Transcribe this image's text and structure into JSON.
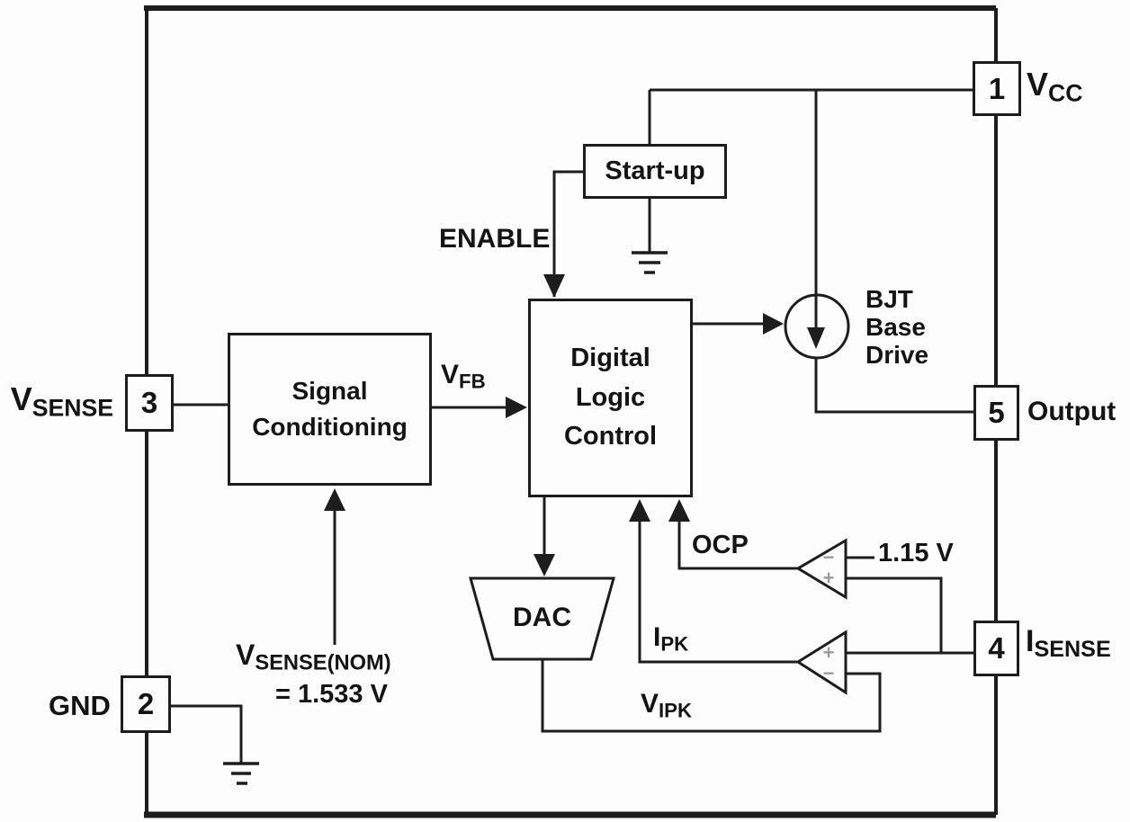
{
  "colors": {
    "background": "#fdfdfd",
    "line": "#1d1d1d",
    "text": "#141414",
    "comparator_sign": "#9b9b9b"
  },
  "blocks": {
    "startup": {
      "label": "Start-up"
    },
    "signal_conditioning": {
      "line1": "Signal",
      "line2": "Conditioning"
    },
    "digital_logic_control": {
      "line1": "Digital",
      "line2": "Logic",
      "line3": "Control"
    },
    "dac": {
      "label": "DAC"
    },
    "bjt_base_drive": {
      "line1": "BJT",
      "line2": "Base",
      "line3": "Drive"
    }
  },
  "pins": {
    "p1": {
      "number": "1",
      "label_main": "V",
      "label_sub": "CC"
    },
    "p2": {
      "number": "2",
      "label": "GND"
    },
    "p3": {
      "number": "3",
      "label_main": "V",
      "label_sub": "SENSE"
    },
    "p4": {
      "number": "4",
      "label_main": "I",
      "label_sub": "SENSE"
    },
    "p5": {
      "number": "5",
      "label": "Output"
    }
  },
  "signals": {
    "enable": "ENABLE",
    "vfb_main": "V",
    "vfb_sub": "FB",
    "ocp": "OCP",
    "ocp_ref": "1.15 V",
    "ipk_main": "I",
    "ipk_sub": "PK",
    "vipk_main": "V",
    "vipk_sub": "IPK",
    "vsense_nom_main": "V",
    "vsense_nom_sub": "SENSE(NOM)",
    "vsense_nom_value": "= 1.533 V"
  },
  "comparator_signs": {
    "plus": "+",
    "minus": "−"
  }
}
